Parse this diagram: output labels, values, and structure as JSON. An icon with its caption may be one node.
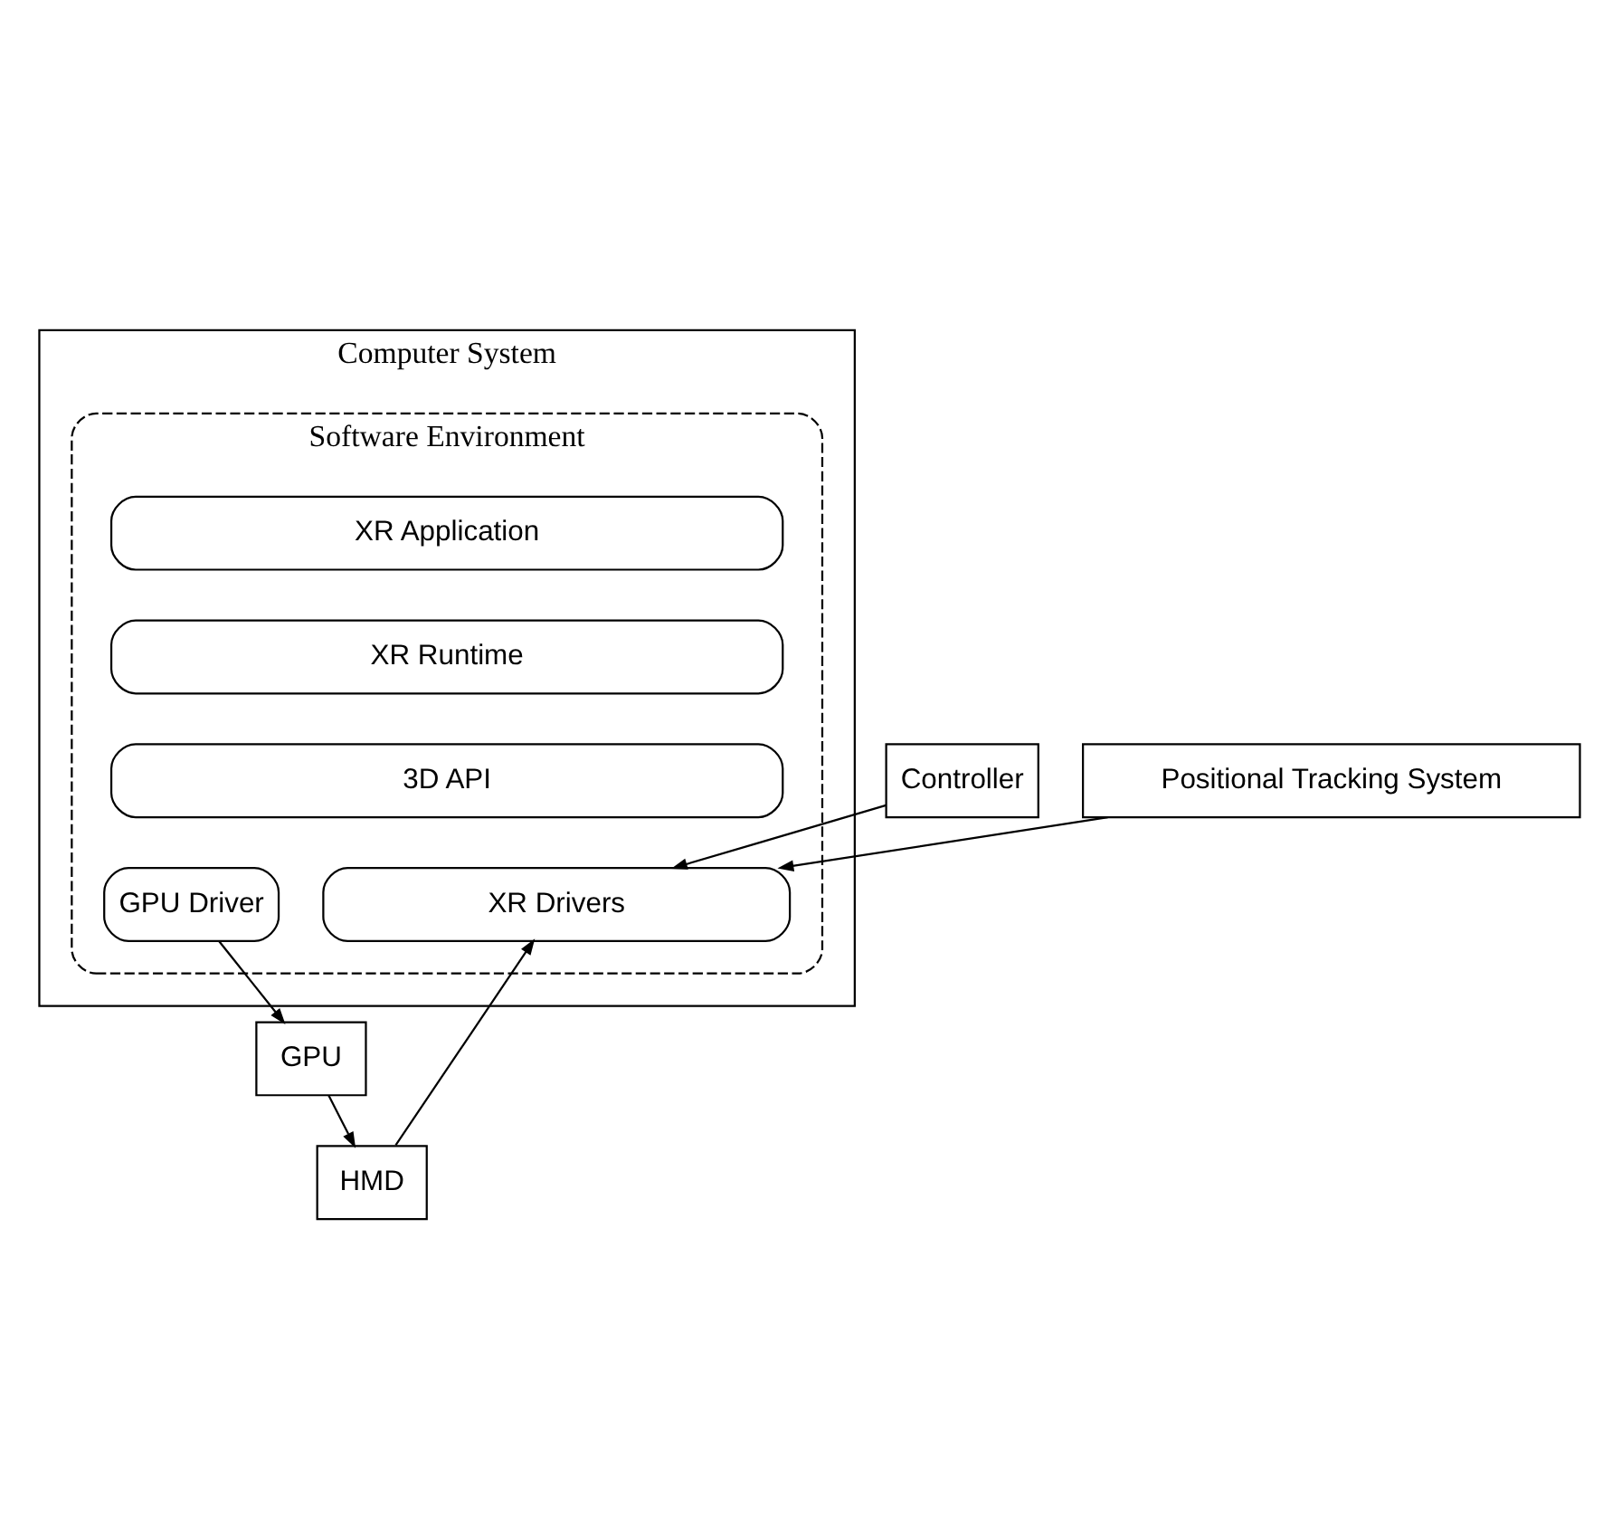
{
  "diagram": {
    "nodes": [
      {
        "text": [
          "Computer System"
        ]
      },
      {
        "text": [
          "Software Environment"
        ],
        "in": 0
      },
      {
        "text": [
          "XR Application"
        ],
        "in": 1
      },
      {
        "text": [
          "XR Runtime"
        ],
        "in": 1
      },
      {
        "text": [
          "3D API"
        ],
        "in": 1
      },
      {
        "text": [
          "GPU Driver"
        ],
        "in": 1
      },
      {
        "text": [
          "XR Drivers"
        ],
        "in": 1
      },
      {
        "text": [
          "GPU"
        ]
      },
      {
        "text": [
          "HMD"
        ]
      },
      {
        "text": [
          "Controller"
        ]
      },
      {
        "text": [
          "Positional Tracking System"
        ]
      }
    ],
    "edges": [
      {
        "from": 5,
        "to": 7,
        "arrow": "to"
      },
      {
        "from": 7,
        "to": 8,
        "arrow": "to"
      },
      {
        "from": 8,
        "to": 6,
        "arrow": "to"
      },
      {
        "from": 10,
        "to": 6,
        "arrow": "to"
      },
      {
        "from": 9,
        "to": 6,
        "arrow": "to"
      }
    ]
  }
}
